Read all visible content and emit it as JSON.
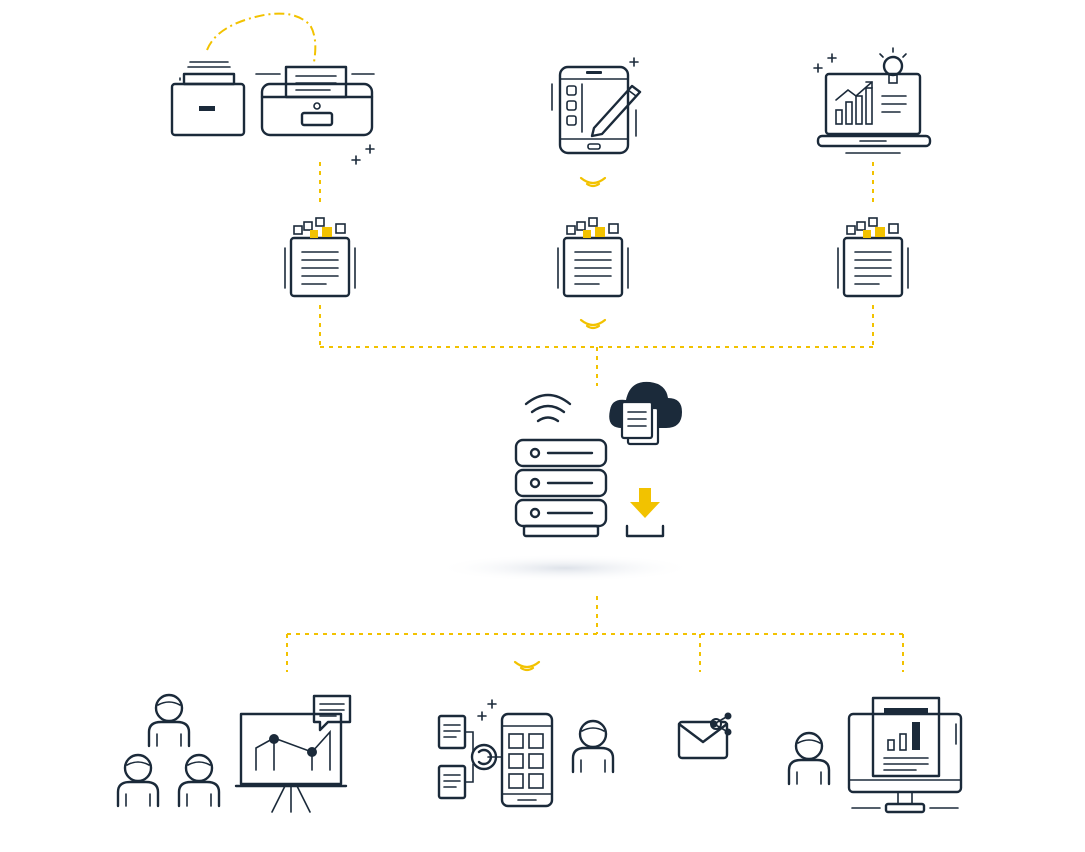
{
  "colors": {
    "line": "#1b2a3a",
    "accent": "#f2c200",
    "background": "#ffffff"
  },
  "sources": [
    {
      "name": "archive-and-scanner",
      "icon": "file-cabinet-scanner-icon"
    },
    {
      "name": "tablet-with-pen",
      "icon": "tablet-stylus-icon"
    },
    {
      "name": "analytics-laptop",
      "icon": "laptop-chart-idea-icon"
    }
  ],
  "documents": [
    {
      "icon": "document-clipboard-icon"
    },
    {
      "icon": "document-clipboard-icon"
    },
    {
      "icon": "document-clipboard-icon"
    }
  ],
  "hub": {
    "icons": [
      "server-rack-icon",
      "wifi-icon",
      "cloud-document-icon",
      "download-icon"
    ]
  },
  "outputs": [
    {
      "name": "team-presentation",
      "icon": "presentation-team-icon"
    },
    {
      "name": "mobile-workflow",
      "icon": "mobile-app-workflow-icon"
    },
    {
      "name": "email-share",
      "icon": "email-share-icon"
    },
    {
      "name": "monitor-report",
      "icon": "monitor-report-user-icon"
    }
  ]
}
